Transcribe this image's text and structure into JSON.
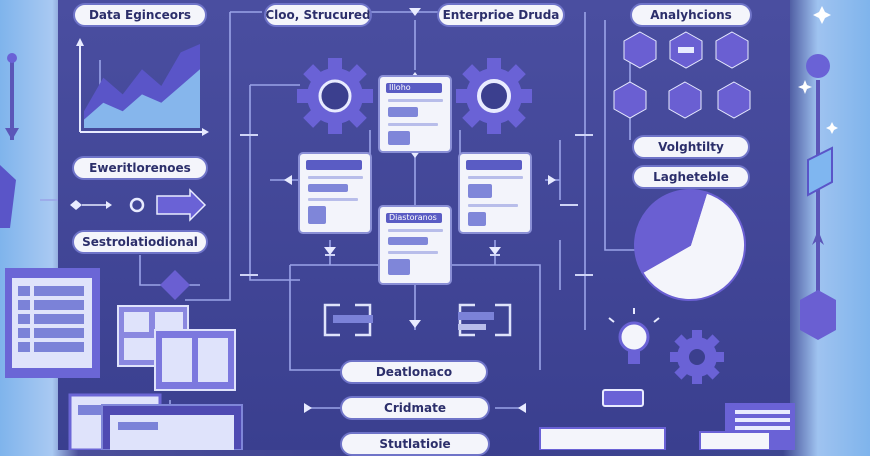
{
  "labels": {
    "top_left": "Data Eginceors",
    "top_mid": "Cloo, Strucured",
    "top_right": "Enterprioe Druda",
    "top_far_right": "Analyhcions",
    "left_mid": "Eweritlorenoes",
    "left_low": "Sestrolatiodional",
    "right_1": "Volghtilty",
    "right_2": "Lagheteble",
    "bottom_1": "Deatlonaco",
    "bottom_2": "Cridmate",
    "bottom_3": "Stutlatioie"
  },
  "cards": {
    "top": "Illoho",
    "left": "",
    "right": "",
    "bottom": "Diastoranos"
  },
  "chart_data": {
    "type": "area",
    "title": "",
    "series": [
      {
        "values": [
          2,
          6,
          4,
          7,
          5,
          9,
          10
        ]
      },
      {
        "values": [
          1,
          3,
          2,
          4,
          3,
          5,
          7
        ]
      }
    ]
  },
  "pie_data": {
    "type": "pie",
    "values": [
      62,
      38
    ]
  },
  "colors": {
    "primary": "#5a55c8",
    "dark": "#3b3f8e",
    "light": "#f4f5fb",
    "accent": "#8a8fd6"
  }
}
